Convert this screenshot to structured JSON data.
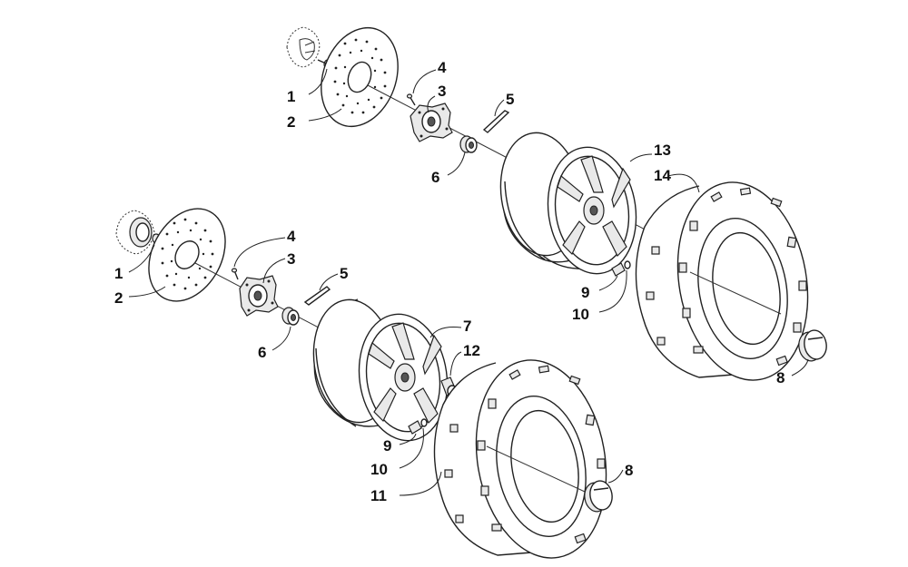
{
  "diagram": {
    "callouts_upper": {
      "c1": "1",
      "c2": "2",
      "c3": "3",
      "c4": "4",
      "c5": "5",
      "c6": "6",
      "c9": "9",
      "c10": "10",
      "c13": "13",
      "c14": "14",
      "c8": "8"
    },
    "callouts_lower": {
      "c1": "1",
      "c2": "2",
      "c3": "3",
      "c4": "4",
      "c5": "5",
      "c6": "6",
      "c7": "7",
      "c12": "12",
      "c9": "9",
      "c10": "10",
      "c11": "11",
      "c8": "8"
    }
  }
}
